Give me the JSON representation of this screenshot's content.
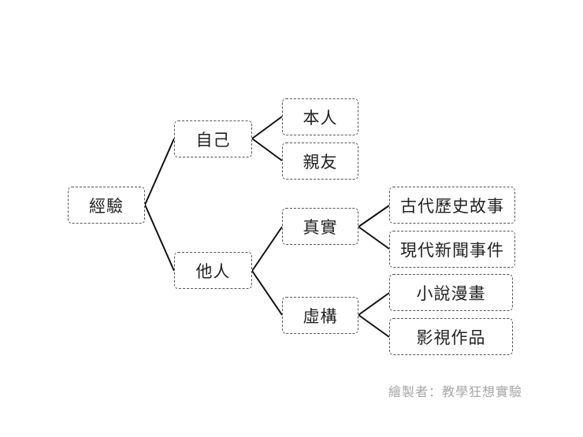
{
  "diagram": {
    "root": "經驗",
    "self": "自己",
    "self_person": "本人",
    "self_friends": "親友",
    "others": "他人",
    "real": "真實",
    "real_ancient": "古代歷史故事",
    "real_modern": "現代新聞事件",
    "fiction": "虛構",
    "fiction_novel": "小說漫畫",
    "fiction_film": "影視作品"
  },
  "credit": "繪製者：教學狂想實驗",
  "colors": {
    "line": "#111111",
    "border": "#555555",
    "text": "#222222",
    "credit": "#a6a6a6"
  }
}
